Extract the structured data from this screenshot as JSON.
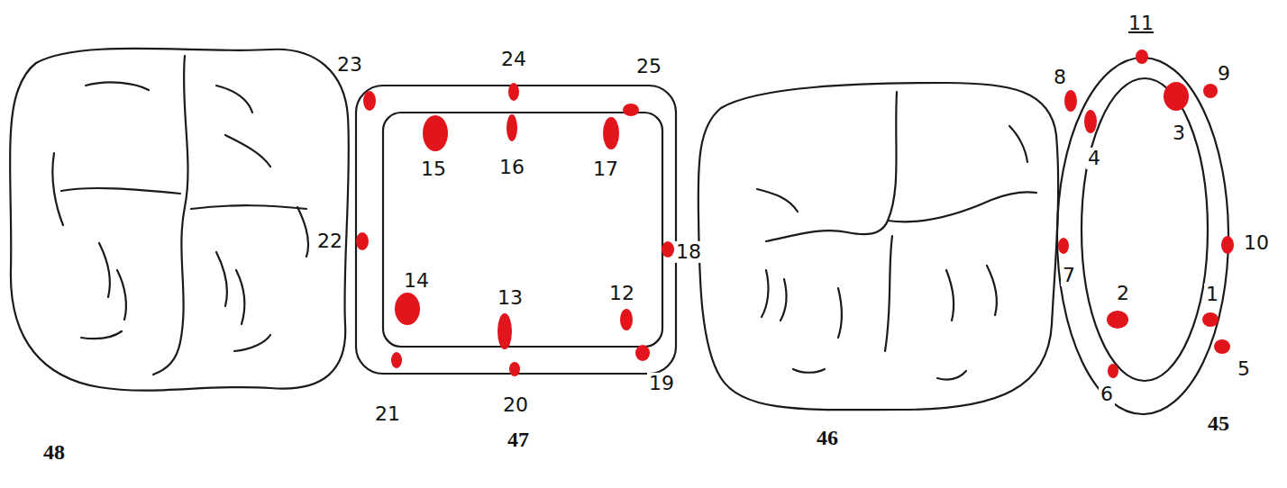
{
  "diagram": {
    "labels": [
      "23",
      "24",
      "25",
      "8",
      "11",
      "9",
      "15",
      "16",
      "17",
      "4",
      "3",
      "10",
      "22",
      "18",
      "7",
      "14",
      "13",
      "12",
      "2",
      "1",
      "5",
      "21",
      "20",
      "19",
      "6",
      "48",
      "47",
      "46",
      "45"
    ]
  }
}
